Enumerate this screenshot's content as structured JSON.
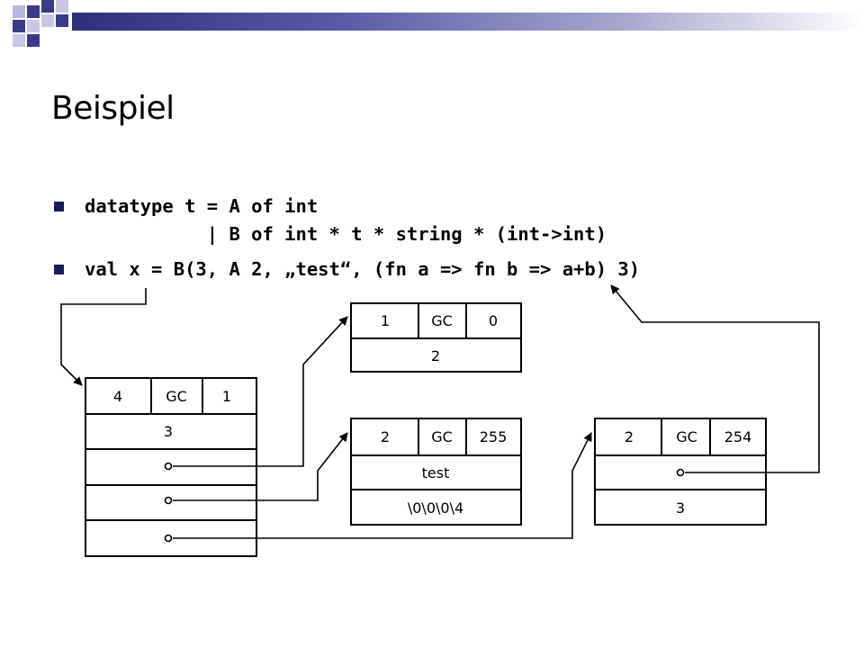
{
  "slide": {
    "title": "Beispiel",
    "accent_color": "#1a1a5e",
    "code_lines": [
      {
        "line1": "datatype t = A of int",
        "line2": "           | B of int * t * string * (int->int)"
      },
      {
        "line1": "val x = B(3, A 2, „test“, (fn a => fn b => a+b) 3)"
      }
    ]
  },
  "boxes": {
    "left": {
      "header": [
        "4",
        "GC",
        "1"
      ],
      "rows": [
        "3",
        "o",
        "o",
        "o"
      ]
    },
    "top": {
      "header": [
        "1",
        "GC",
        "0"
      ],
      "rows": [
        "2"
      ]
    },
    "middle": {
      "header": [
        "2",
        "GC",
        "255"
      ],
      "rows": [
        "test",
        "\\0\\0\\0\\4"
      ]
    },
    "right": {
      "header": [
        "2",
        "GC",
        "254"
      ],
      "rows": [
        "o",
        "3"
      ]
    }
  }
}
